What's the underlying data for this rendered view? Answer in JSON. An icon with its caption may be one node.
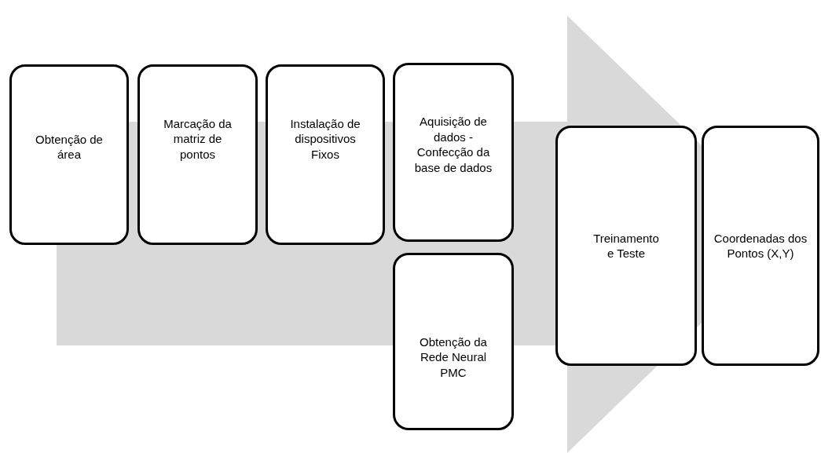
{
  "diagram": {
    "nodes": [
      {
        "text": [
          "Obtenção de área"
        ]
      },
      {
        "text": [
          "Marcação da matriz de pontos"
        ]
      },
      {
        "text": [
          "Instalação de dispositivos Fixos"
        ]
      },
      {
        "text": [
          "Aquisição de dados - Confecção da base de dados"
        ]
      },
      {
        "text": [
          "Obtenção da Rede Neural PMC"
        ]
      },
      {
        "text": [
          "Treinamento e Teste"
        ]
      },
      {
        "text": [
          "Coordenadas dos Pontos (X,Y)"
        ]
      }
    ],
    "edges": [
      {
        "from": 0,
        "to": 6,
        "arrow": "to"
      }
    ]
  }
}
